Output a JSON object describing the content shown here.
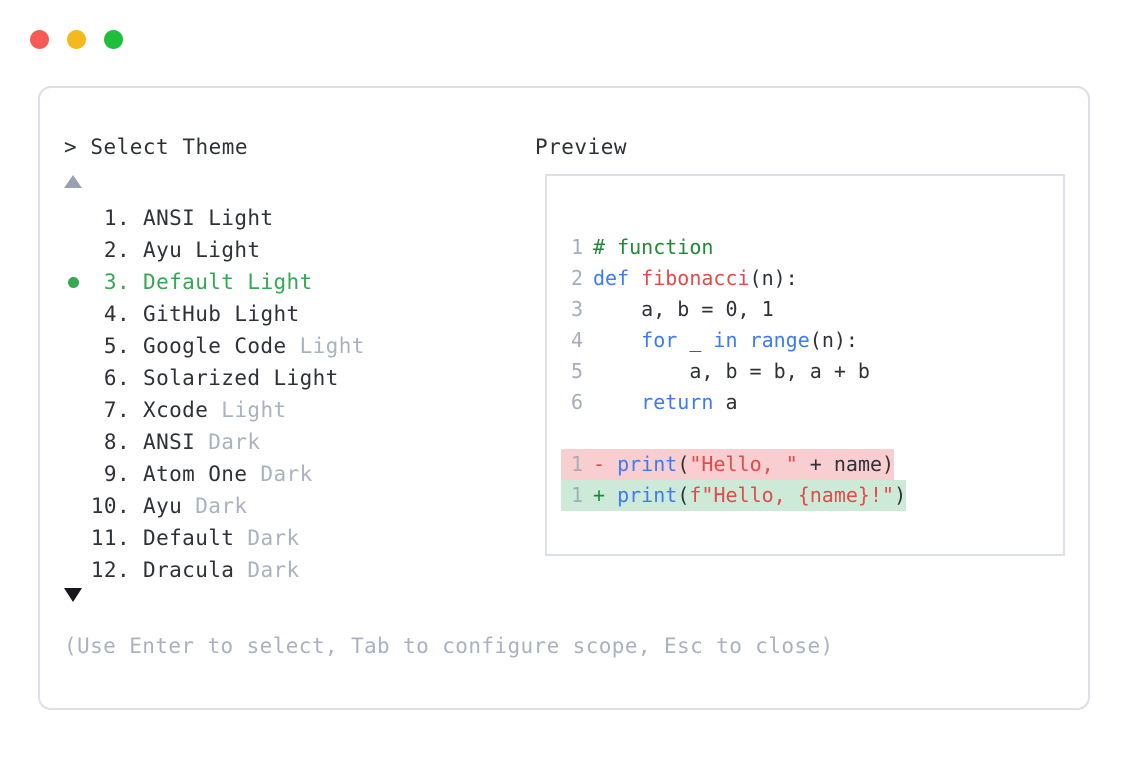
{
  "window": {
    "controls": [
      {
        "name": "close",
        "color": "#f65b55"
      },
      {
        "name": "minimize",
        "color": "#f5b91f"
      },
      {
        "name": "maximize",
        "color": "#1fbf3c"
      }
    ]
  },
  "picker": {
    "caret": ">",
    "title": "Select Theme",
    "scroll_up_icon": "triangle-up",
    "scroll_down_icon": "triangle-down",
    "selected_index": 3,
    "items": [
      {
        "num": "1.",
        "name": "ANSI",
        "suffix": "Light",
        "suffix_dim": false,
        "selected": false
      },
      {
        "num": "2.",
        "name": "Ayu",
        "suffix": "Light",
        "suffix_dim": false,
        "selected": false
      },
      {
        "num": "3.",
        "name": "Default",
        "suffix": "Light",
        "suffix_dim": false,
        "selected": true
      },
      {
        "num": "4.",
        "name": "GitHub",
        "suffix": "Light",
        "suffix_dim": false,
        "selected": false
      },
      {
        "num": "5.",
        "name": "Google Code",
        "suffix": "Light",
        "suffix_dim": true,
        "selected": false
      },
      {
        "num": "6.",
        "name": "Solarized",
        "suffix": "Light",
        "suffix_dim": false,
        "selected": false
      },
      {
        "num": "7.",
        "name": "Xcode",
        "suffix": "Light",
        "suffix_dim": true,
        "selected": false
      },
      {
        "num": "8.",
        "name": "ANSI",
        "suffix": "Dark",
        "suffix_dim": true,
        "selected": false
      },
      {
        "num": "9.",
        "name": "Atom One",
        "suffix": "Dark",
        "suffix_dim": true,
        "selected": false
      },
      {
        "num": "10.",
        "name": "Ayu",
        "suffix": "Dark",
        "suffix_dim": true,
        "selected": false
      },
      {
        "num": "11.",
        "name": "Default",
        "suffix": "Dark",
        "suffix_dim": true,
        "selected": false
      },
      {
        "num": "12.",
        "name": "Dracula",
        "suffix": "Dark",
        "suffix_dim": true,
        "selected": false
      }
    ]
  },
  "preview": {
    "label": "Preview",
    "code_lines": [
      {
        "ln": "1",
        "tokens": [
          {
            "t": "# function",
            "c": "comment"
          }
        ]
      },
      {
        "ln": "2",
        "tokens": [
          {
            "t": "def ",
            "c": "kw"
          },
          {
            "t": "fibonacci",
            "c": "fn"
          },
          {
            "t": "(n):",
            "c": "plain"
          }
        ]
      },
      {
        "ln": "3",
        "tokens": [
          {
            "t": "    a, b = ",
            "c": "plain"
          },
          {
            "t": "0",
            "c": "num"
          },
          {
            "t": ", ",
            "c": "plain"
          },
          {
            "t": "1",
            "c": "num"
          }
        ]
      },
      {
        "ln": "4",
        "tokens": [
          {
            "t": "    ",
            "c": "plain"
          },
          {
            "t": "for",
            "c": "kw"
          },
          {
            "t": " _ ",
            "c": "plain"
          },
          {
            "t": "in",
            "c": "kw"
          },
          {
            "t": " ",
            "c": "plain"
          },
          {
            "t": "range",
            "c": "kw"
          },
          {
            "t": "(n):",
            "c": "plain"
          }
        ]
      },
      {
        "ln": "5",
        "tokens": [
          {
            "t": "        a, b = b, a + b",
            "c": "plain"
          }
        ]
      },
      {
        "ln": "6",
        "tokens": [
          {
            "t": "    ",
            "c": "plain"
          },
          {
            "t": "return",
            "c": "kw"
          },
          {
            "t": " a",
            "c": "plain"
          }
        ]
      }
    ],
    "diff_lines": [
      {
        "ln": "1",
        "kind": "del",
        "sign": "-",
        "tokens": [
          {
            "t": "print",
            "c": "kw"
          },
          {
            "t": "(",
            "c": "plain"
          },
          {
            "t": "\"Hello, \"",
            "c": "str"
          },
          {
            "t": " + name)",
            "c": "plain"
          }
        ]
      },
      {
        "ln": "1",
        "kind": "add",
        "sign": "+",
        "tokens": [
          {
            "t": "print",
            "c": "kw"
          },
          {
            "t": "(",
            "c": "plain"
          },
          {
            "t": "f\"Hello, {name}!\"",
            "c": "str"
          },
          {
            "t": ")",
            "c": "plain"
          }
        ]
      }
    ]
  },
  "footer": {
    "hint": "(Use Enter to select, Tab to configure scope, Esc to close)"
  },
  "colors": {
    "accent_green": "#34a853",
    "dim": "#aab2c2",
    "text": "#2e3238",
    "border": "#dcdfe7",
    "diff_del_bg": "#f9ced0",
    "diff_add_bg": "#cdead9"
  }
}
